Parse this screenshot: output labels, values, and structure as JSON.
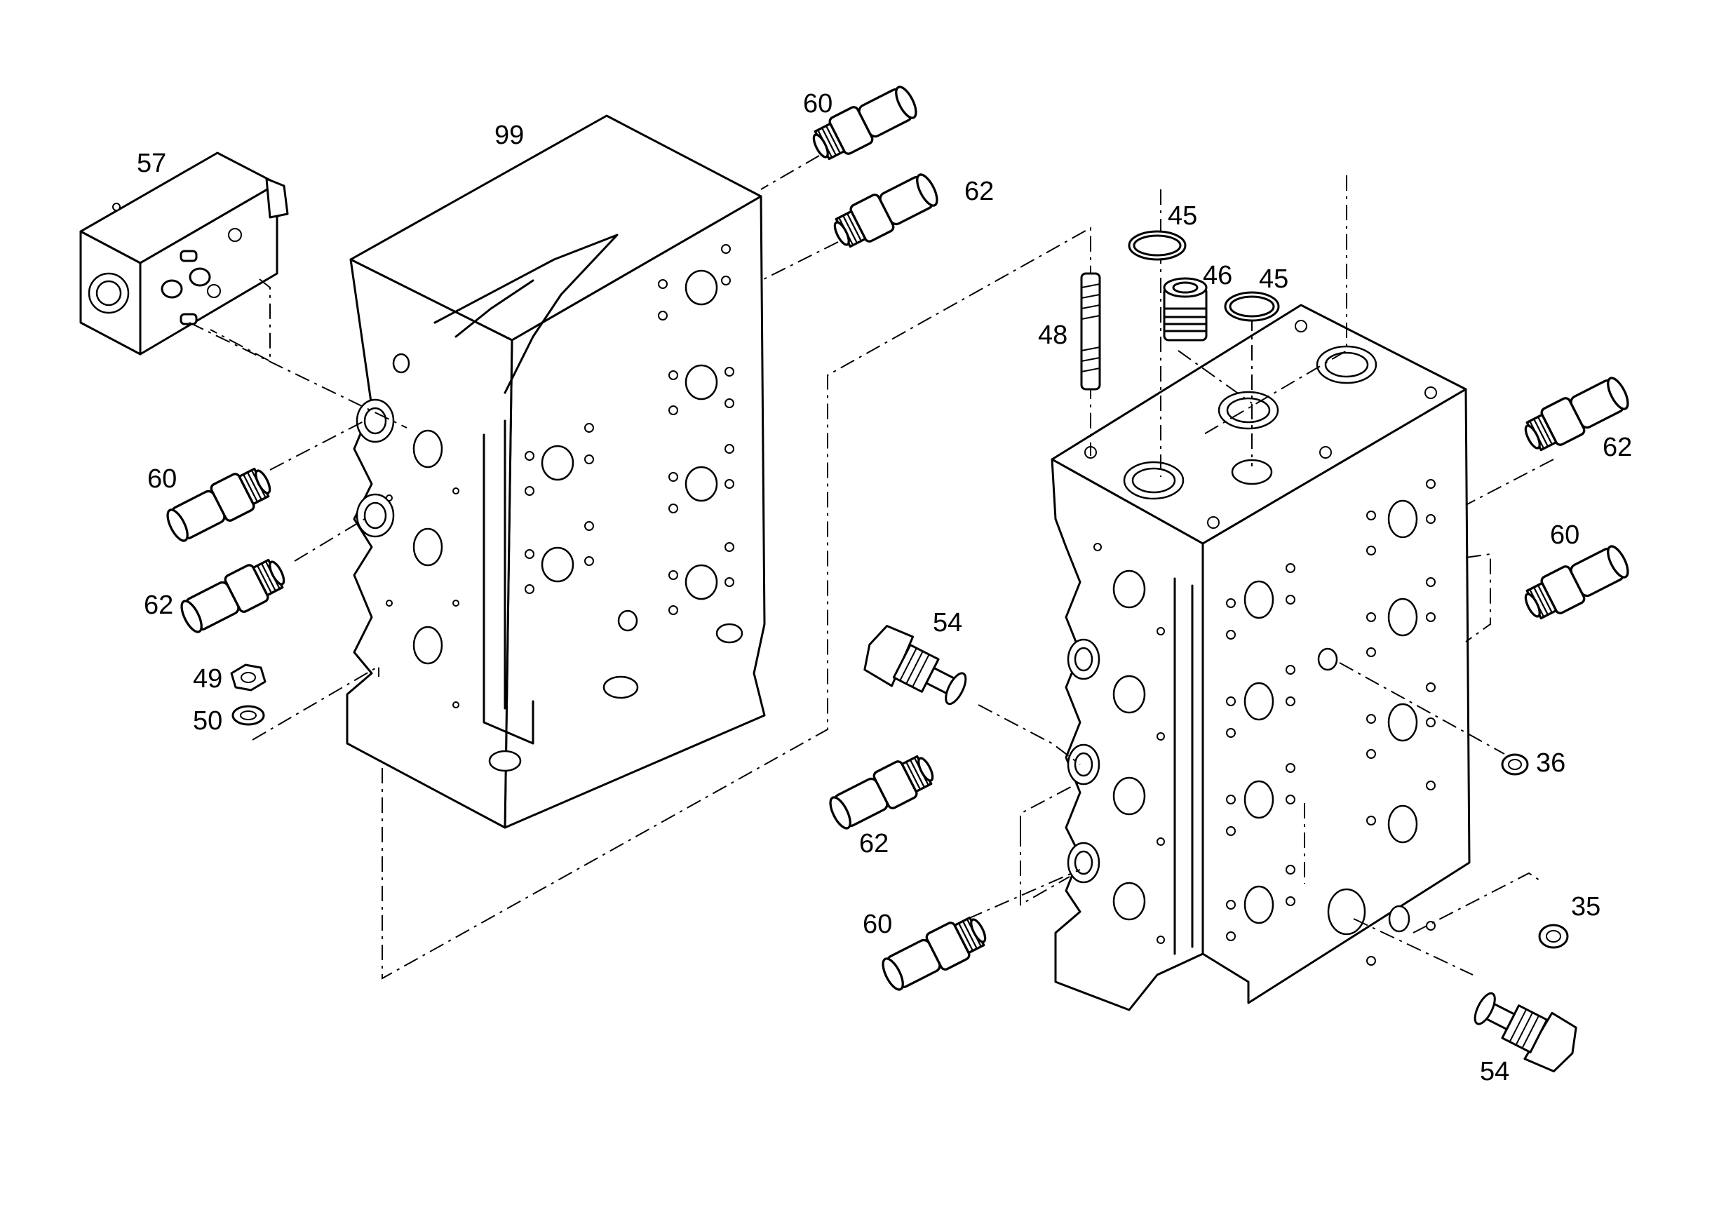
{
  "callouts": {
    "c57": "57",
    "c99": "99",
    "c60_top": "60",
    "c62_top": "62",
    "c45_a": "45",
    "c45_b": "45",
    "c46": "46",
    "c48": "48",
    "c60_left": "60",
    "c62_left": "62",
    "c49": "49",
    "c50": "50",
    "c54_mid": "54",
    "c62_right": "62",
    "c60_right": "60",
    "c36": "36",
    "c62_mid": "62",
    "c60_bottom": "60",
    "c35": "35",
    "c54_bottom": "54"
  }
}
